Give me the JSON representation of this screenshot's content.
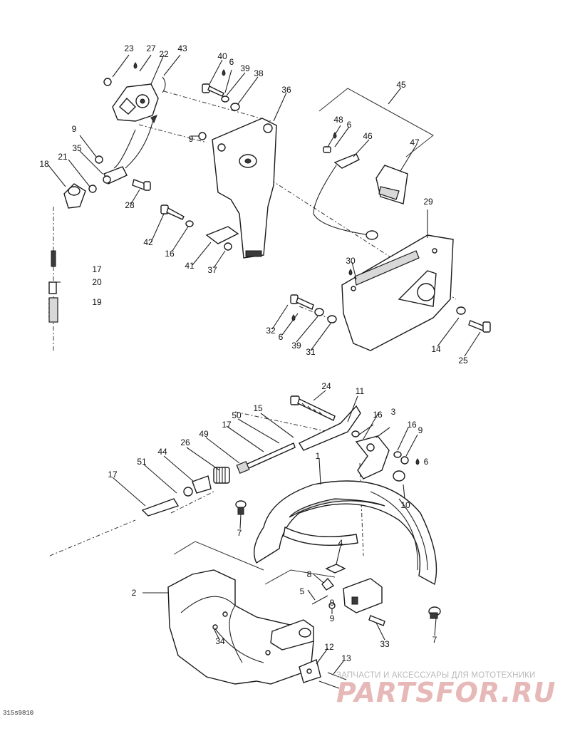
{
  "drawing": {
    "code": "315s9810",
    "callouts": [
      "23",
      "27",
      "22",
      "43",
      "40",
      "6",
      "39",
      "38",
      "36",
      "45",
      "9",
      "35",
      "21",
      "18",
      "28",
      "9",
      "48",
      "6",
      "46",
      "47",
      "29",
      "42",
      "16",
      "41",
      "37",
      "17",
      "20",
      "19",
      "30",
      "32",
      "6",
      "39",
      "31",
      "14",
      "25",
      "24",
      "11",
      "15",
      "50",
      "17",
      "16",
      "3",
      "16",
      "9",
      "6",
      "49",
      "26",
      "44",
      "51",
      "17",
      "1",
      "10",
      "7",
      "4",
      "8",
      "5",
      "9",
      "2",
      "9",
      "33",
      "7",
      "34",
      "12",
      "13"
    ]
  },
  "watermark": {
    "tagline": "ЗАПЧАСТИ И АКСЕССУАРЫ ДЛЯ МОТОТЕХНИКИ",
    "brand": "PARTSFOR.RU"
  }
}
